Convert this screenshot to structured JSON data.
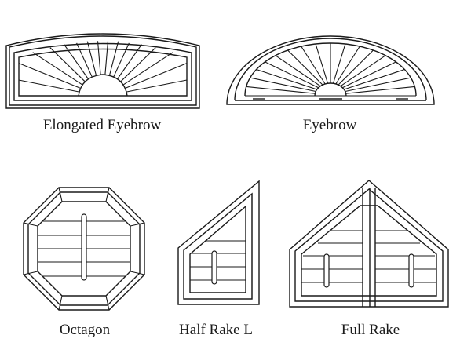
{
  "shapes": [
    {
      "id": "elongated-eyebrow",
      "label": "Elongated Eyebrow"
    },
    {
      "id": "eyebrow",
      "label": "Eyebrow"
    },
    {
      "id": "octagon",
      "label": "Octagon"
    },
    {
      "id": "half-rake-l",
      "label": "Half Rake L"
    },
    {
      "id": "full-rake",
      "label": "Full Rake"
    }
  ]
}
